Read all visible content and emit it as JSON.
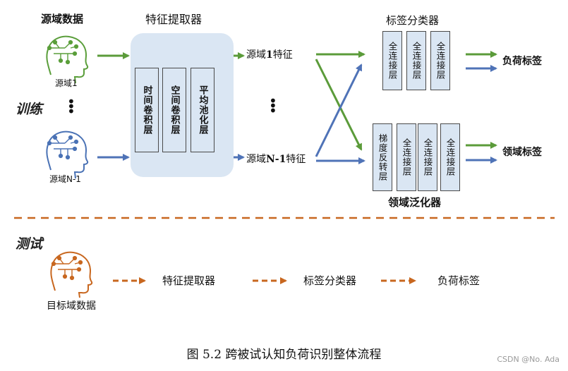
{
  "train": {
    "section_label": "训练",
    "source_domain_title": "源域数据",
    "source1_label": "源域1",
    "sourceN_label": "源域N-1",
    "vertical_dots": "⋮",
    "feature_extractor": {
      "title": "特征提取器",
      "layers": [
        "时间卷积层",
        "空间卷积层",
        "平均池化层"
      ]
    },
    "features": {
      "f1_prefix": "源域",
      "f1_mid": "1",
      "f1_suffix": "特征",
      "fn_prefix": "源域",
      "fn_mid": "N-1",
      "fn_suffix": "特征"
    },
    "label_classifier": {
      "title": "标签分类器",
      "layers": [
        "全连接层",
        "全连接层",
        "全连接层"
      ],
      "output": "负荷标签"
    },
    "domain_generalizer": {
      "title": "领域泛化器",
      "layers": [
        "梯度反转层",
        "全连接层",
        "全连接层",
        "全连接层"
      ],
      "output": "领域标签"
    }
  },
  "test": {
    "section_label": "测试",
    "target_label": "目标域数据",
    "steps": [
      "特征提取器",
      "标签分类器",
      "负荷标签"
    ]
  },
  "caption": "图 5.2  跨被试认知负荷识别整体流程",
  "watermark": "CSDN @No. Ada",
  "colors": {
    "green": "#5b9b3a",
    "blue": "#4f73b7",
    "orange": "#c8671f",
    "panel": "#dae6f3",
    "head_green": "#5a9e3a",
    "head_blue": "#4a72b5",
    "head_orange": "#c8671f"
  },
  "icons": [
    "brain-head-icon-green",
    "brain-head-icon-blue",
    "brain-head-icon-orange"
  ]
}
